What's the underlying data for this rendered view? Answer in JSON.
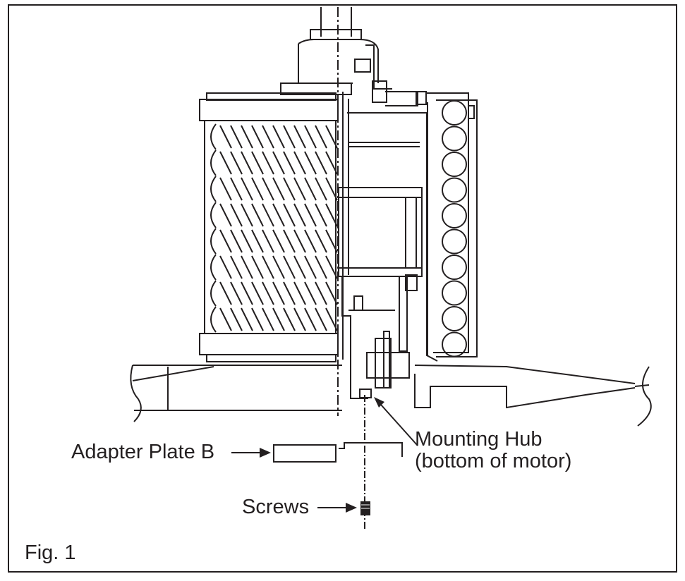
{
  "labels": {
    "mounting_hub_line1": "Mounting Hub",
    "mounting_hub_line2": "(bottom of motor)",
    "adapter_plate": "Adapter Plate B",
    "screws": "Screws",
    "figure": "Fig. 1"
  },
  "colors": {
    "ink": "#231f20",
    "background": "#ffffff"
  }
}
